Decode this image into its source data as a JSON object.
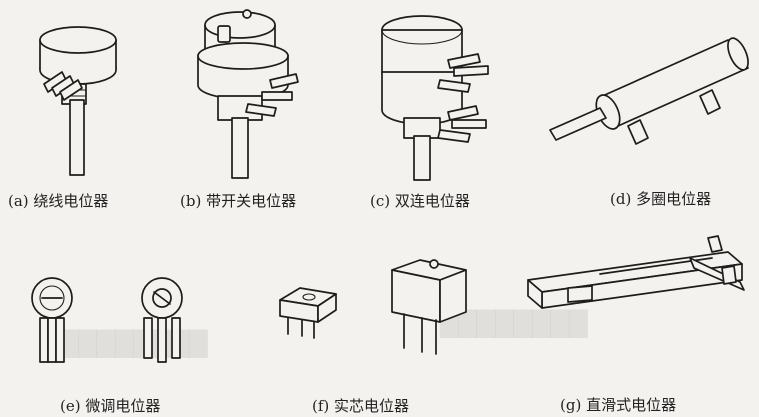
{
  "captions": {
    "a": "(a) 绕线电位器",
    "b": "(b) 带开关电位器",
    "c": "(c) 双连电位器",
    "d": "(d) 多圈电位器",
    "e": "(e) 微调电位器",
    "f": "(f) 实芯电位器",
    "g": "(g) 直滑式电位器"
  }
}
